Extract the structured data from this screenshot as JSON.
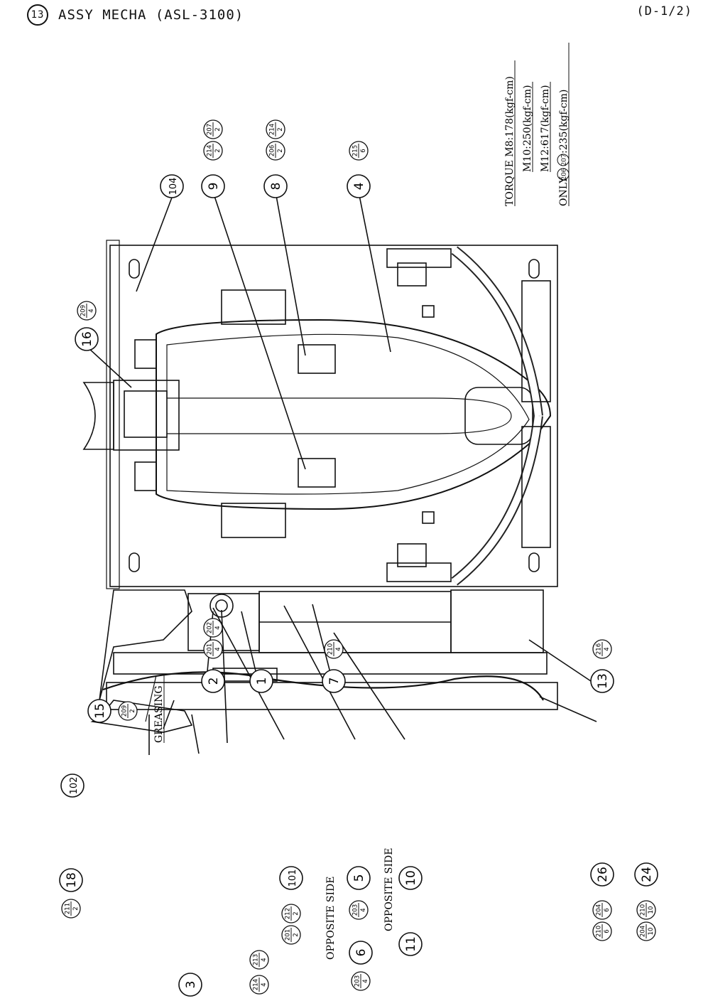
{
  "header": {
    "section_number": "13",
    "title": "ASSY MECHA (ASL-3100)",
    "page_ref": "(D-1/2)"
  },
  "torque_note": {
    "line1": "TORQUE M8:178(kgf-cm)",
    "line2": "M10:250(kgf-cm)",
    "line3": "M12:617(kgf-cm)",
    "line4_prefix": "ONLY",
    "line4_a": "206",
    "line4_b": "207",
    "line4_suffix": ":235(kgf-cm)"
  },
  "labels": {
    "greasing": "GREASING",
    "opposite_side_1": "OPPOSITE SIDE",
    "opposite_side_2": "OPPOSITE SIDE"
  },
  "callouts_top": [
    {
      "num": "104"
    },
    {
      "num": "9",
      "f1": {
        "t": "214",
        "b": "2"
      },
      "f2": {
        "t": "207",
        "b": "2"
      }
    },
    {
      "num": "8",
      "f1": {
        "t": "206",
        "b": "2"
      },
      "f2": {
        "t": "214",
        "b": "2"
      }
    },
    {
      "num": "4",
      "f1": {
        "t": "215",
        "b": "6"
      }
    },
    {
      "num": "16",
      "f1": {
        "t": "209",
        "b": "4"
      }
    }
  ],
  "callouts_bottom": [
    {
      "num": "15",
      "f1": {
        "t": "209",
        "b": "2"
      }
    },
    {
      "num": "2",
      "f1": {
        "t": "201",
        "b": "4"
      },
      "f2": {
        "t": "202",
        "b": "4"
      }
    },
    {
      "num": "1"
    },
    {
      "num": "7",
      "f1": {
        "t": "210",
        "b": "4"
      }
    },
    {
      "num": "13",
      "f1": {
        "t": "216",
        "b": "4"
      }
    },
    {
      "num": "102"
    },
    {
      "num": "18",
      "f1": {
        "t": "211",
        "b": "2"
      }
    },
    {
      "num": "3"
    },
    {
      "num": "101",
      "f1": {
        "t": "212",
        "b": "2"
      },
      "f2": {
        "t": "201",
        "b": "2"
      },
      "f0": {
        "t": "213",
        "b": "4"
      },
      "fm": {
        "t": "214",
        "b": "4"
      }
    },
    {
      "num": "5",
      "f1": {
        "t": "203",
        "b": "4"
      }
    },
    {
      "num": "6",
      "f1": {
        "t": "203",
        "b": "4"
      }
    },
    {
      "num": "10"
    },
    {
      "num": "11"
    },
    {
      "num": "26",
      "f1": {
        "t": "204",
        "b": "6"
      },
      "f2": {
        "t": "210",
        "b": "6"
      }
    },
    {
      "num": "24",
      "f1": {
        "t": "210",
        "b": "10"
      },
      "f2": {
        "t": "204",
        "b": "10"
      }
    }
  ]
}
